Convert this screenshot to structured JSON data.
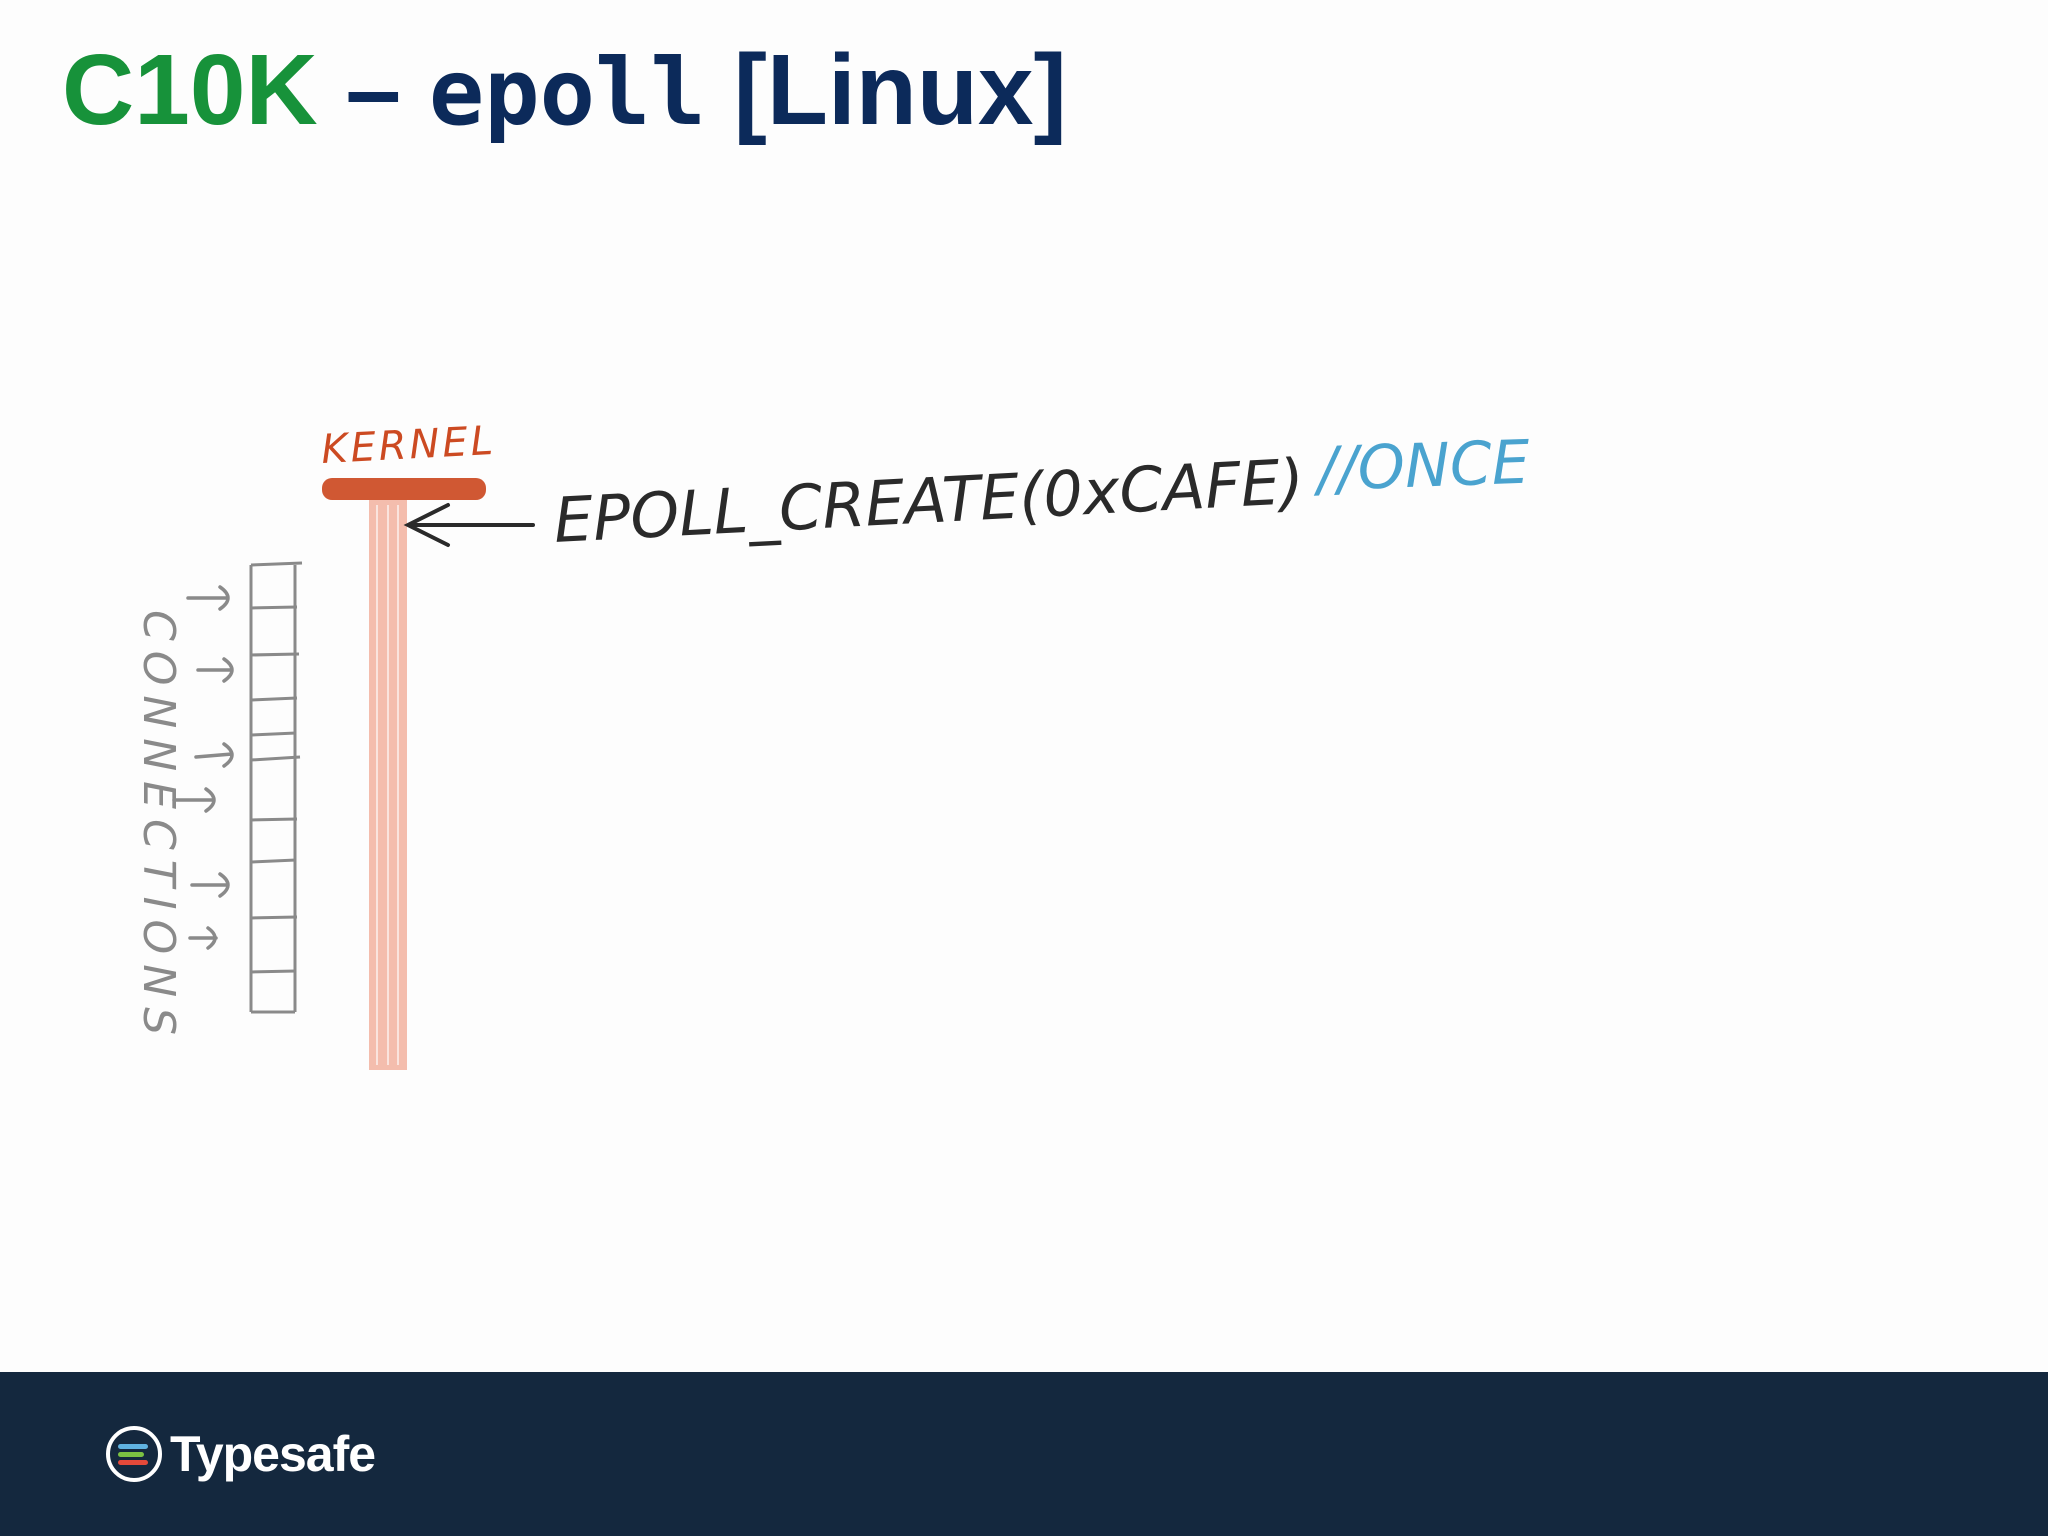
{
  "slide": {
    "title_accent": "C10K",
    "title_separator": " – ",
    "title_code": "epoll",
    "title_suffix": " [Linux]"
  },
  "diagram": {
    "kernel_label": "KERNEL",
    "call_label": "EPOLL_CREATE(0xCAFE)",
    "comment_label": "//ONCE",
    "connections_label": "CONNECTIONS",
    "colors": {
      "kernel": "#cc4a22",
      "kernel_bar": "#f0a791",
      "ink": "#2a2a2a",
      "comment": "#4aa3cf",
      "connections": "#8a8a8a"
    }
  },
  "footer": {
    "brand": "Typesafe",
    "background": "#14283e"
  }
}
